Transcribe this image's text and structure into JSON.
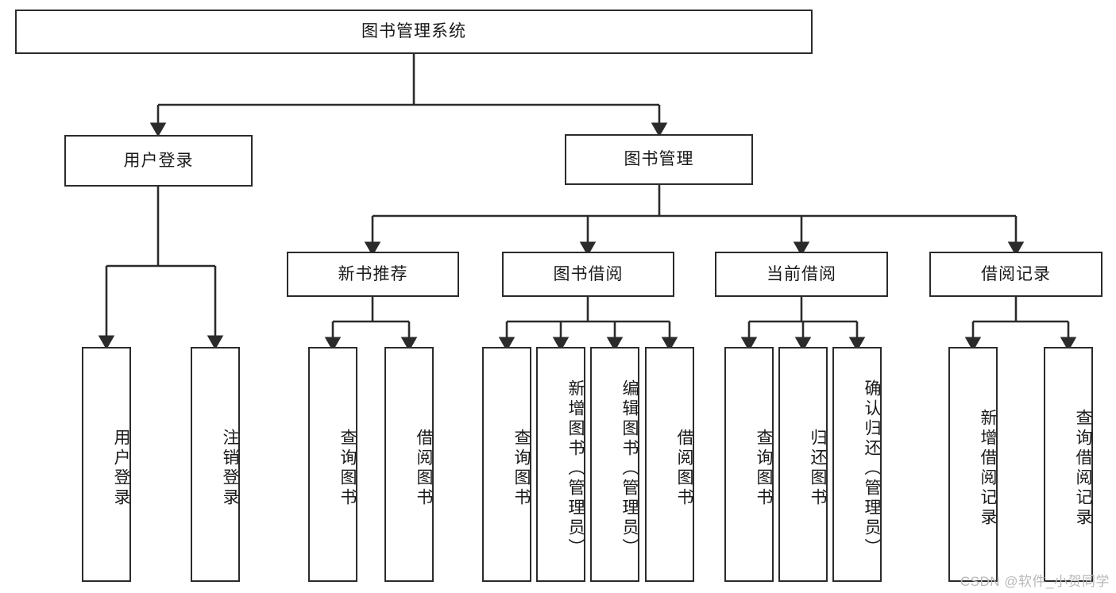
{
  "diagram": {
    "title": "图书管理系统",
    "root": {
      "label": "图书管理系统"
    },
    "level1": [
      {
        "label": "用户登录"
      },
      {
        "label": "图书管理"
      }
    ],
    "level2": [
      {
        "label": "新书推荐"
      },
      {
        "label": "图书借阅"
      },
      {
        "label": "当前借阅"
      },
      {
        "label": "借阅记录"
      }
    ],
    "leaves": {
      "user_login": [
        {
          "label": "用户登录"
        },
        {
          "label": "注销登录"
        }
      ],
      "new_book_recommend": [
        {
          "label": "查询图书"
        },
        {
          "label": "借阅图书"
        }
      ],
      "book_borrow": [
        {
          "label": "查询图书"
        },
        {
          "label": "新增图书（管理员）"
        },
        {
          "label": "编辑图书（管理员）"
        },
        {
          "label": "借阅图书"
        }
      ],
      "current_borrow": [
        {
          "label": "查询图书"
        },
        {
          "label": "归还图书"
        },
        {
          "label": "确认归还（管理员）"
        }
      ],
      "borrow_record": [
        {
          "label": "新增借阅记录"
        },
        {
          "label": "查询借阅记录"
        }
      ]
    }
  },
  "watermark": {
    "text": "CSDN @软件_小贺同学"
  },
  "colors": {
    "stroke": "#2b2b2b",
    "fill": "#ffffff",
    "text": "#1a1a1a",
    "watermark": "#b8b8b8"
  }
}
